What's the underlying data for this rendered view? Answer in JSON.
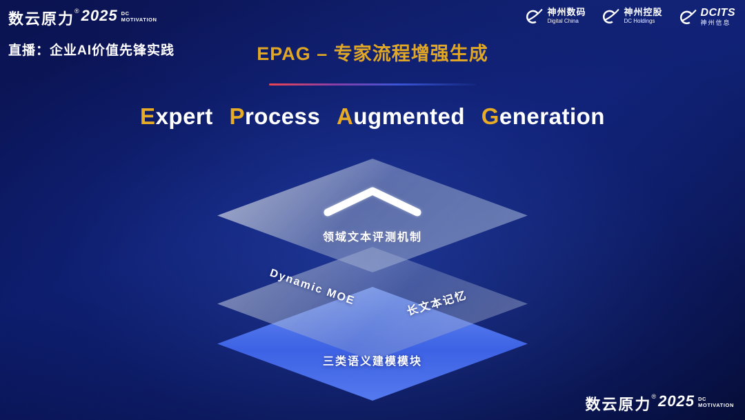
{
  "brand": {
    "cn": "数云原力",
    "reg": "®",
    "year": "2025",
    "dc": "DC",
    "motivation": "MOTIVATION"
  },
  "header": {
    "live_label": "直播：企业AI价值先锋实践",
    "title": "EPAG – 专家流程增强生成",
    "logos": [
      {
        "name": "神州数码",
        "sub": "Digital China"
      },
      {
        "name": "神州控股",
        "sub": "DC Holdings"
      },
      {
        "name": "DCITS",
        "sub": "神州信息"
      }
    ]
  },
  "heading": {
    "words": [
      {
        "initial": "E",
        "rest": "xpert"
      },
      {
        "initial": "P",
        "rest": "rocess"
      },
      {
        "initial": "A",
        "rest": "ugmented"
      },
      {
        "initial": "G",
        "rest": "eneration"
      }
    ]
  },
  "diagram": {
    "top_label": "领域文本评测机制",
    "mid_left_label": "Dynamic MOE",
    "mid_right_label": "长文本记忆",
    "bottom_label": "三类语义建模模块"
  },
  "icons": {
    "chevron": "chevron-up",
    "partner_logo": "swoosh-orbit"
  },
  "colors": {
    "accent_gold": "#e8ab25",
    "title_gold": "#e0a625",
    "layer_blue": "#3d62e4",
    "divider_red": "#ef4450",
    "divider_blue": "#3b55d8",
    "background_navy": "#0c1a66"
  }
}
